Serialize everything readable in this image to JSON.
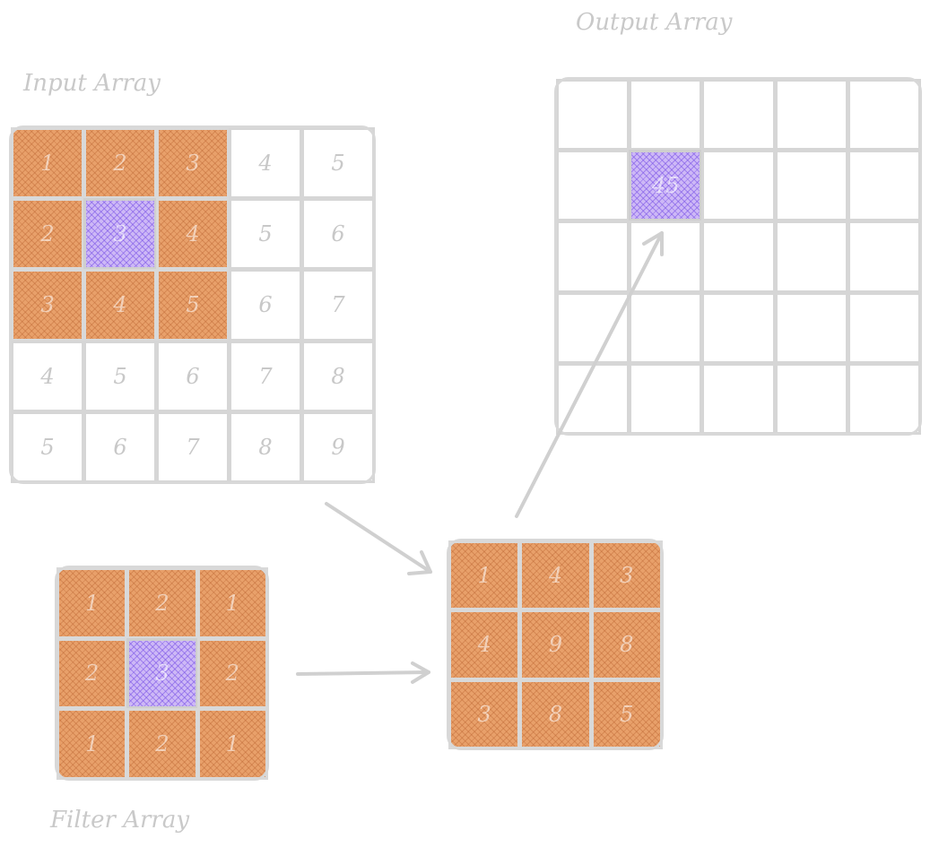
{
  "titles": {
    "input": "Input Array",
    "output": "Output Array",
    "filter": "Filter Array"
  },
  "input_array": {
    "values": [
      [
        "1",
        "2",
        "3",
        "4",
        "5"
      ],
      [
        "2",
        "3",
        "4",
        "5",
        "6"
      ],
      [
        "3",
        "4",
        "5",
        "6",
        "7"
      ],
      [
        "4",
        "5",
        "6",
        "7",
        "8"
      ],
      [
        "5",
        "6",
        "7",
        "8",
        "9"
      ]
    ],
    "highlight_rows": [
      0,
      1,
      2
    ],
    "highlight_cols": [
      0,
      1,
      2
    ],
    "center": [
      1,
      1
    ]
  },
  "filter_array": {
    "values": [
      [
        "1",
        "2",
        "1"
      ],
      [
        "2",
        "3",
        "2"
      ],
      [
        "1",
        "2",
        "1"
      ]
    ],
    "center": [
      1,
      1
    ]
  },
  "product_array": {
    "values": [
      [
        "1",
        "4",
        "3"
      ],
      [
        "4",
        "9",
        "8"
      ],
      [
        "3",
        "8",
        "5"
      ]
    ]
  },
  "output_array": {
    "rows": 5,
    "cols": 5,
    "filled_cell": [
      1,
      1
    ],
    "filled_value": "45"
  },
  "colors": {
    "grid_line": "#d6d6d6",
    "highlight_fill": "#e8a06a",
    "center_fill": "#cdb8f6",
    "text": "#c8c8c8"
  }
}
